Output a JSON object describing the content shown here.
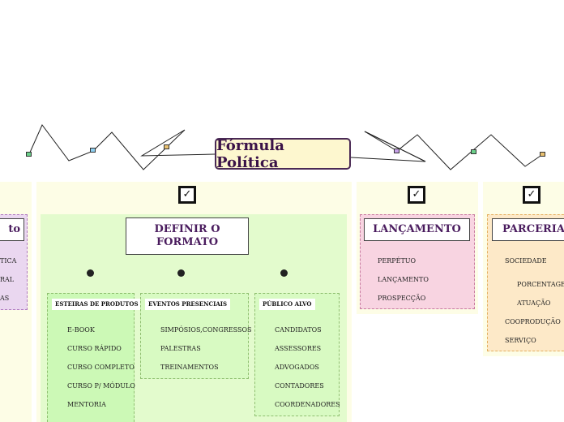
{
  "central": {
    "title": "Fórmula Política"
  },
  "left_partial": {
    "title": "to",
    "items": [
      "TICA",
      "RAL",
      "AS"
    ]
  },
  "definir": {
    "check": "✓",
    "title": "DEFINIR O FORMATO",
    "groups": [
      {
        "title": "ESTEIRAS DE PRODUTOS",
        "items": [
          "E-BOOK",
          "CURSO RÁPIDO",
          "CURSO COMPLETO",
          "CURSO P/ MÓDULO",
          "MENTORIA"
        ]
      },
      {
        "title": "EVENTOS PRESENCIAIS",
        "items": [
          "SIMPÓSIOS,CONGRESSOS",
          "PALESTRAS",
          "TREINAMENTOS"
        ]
      },
      {
        "title": "PÚBLICO ALVO",
        "items": [
          "CANDIDATOS",
          "ASSESSORES",
          "ADVOGADOS",
          "CONTADORES",
          "COORDENADORES"
        ]
      }
    ]
  },
  "lancamento": {
    "check": "✓",
    "title": "LANÇAMENTO",
    "items": [
      "PERPÉTUO",
      "LANÇAMENTO",
      "PROSPECÇÃO"
    ]
  },
  "parceria": {
    "check": "✓",
    "title": "PARCERIA",
    "items": [
      "SOCIEDADE",
      "PORCENTAGEM",
      "ATUAÇÃO",
      "COOPRODUÇÃO",
      "SERVIÇO"
    ]
  }
}
